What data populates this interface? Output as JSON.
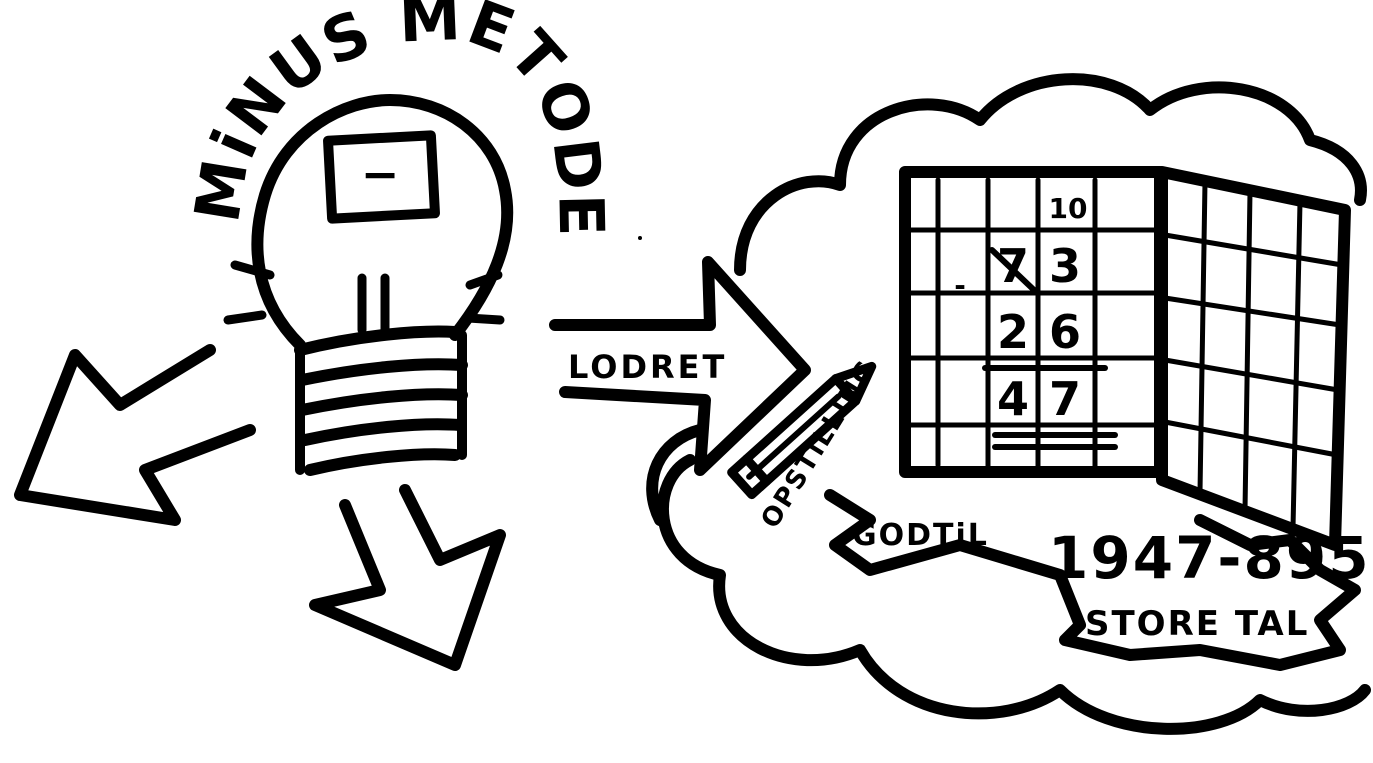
{
  "title": "MiNUS METODER",
  "bulb": {
    "symbol": "−",
    "icon": "lightbulb-icon"
  },
  "arrow": {
    "label": "LODRET"
  },
  "pencil": {
    "label": "OPSTiLLING",
    "icon": "pencil-icon"
  },
  "grid": {
    "borrow": "10",
    "minus_sign": "-",
    "row1": [
      "7",
      "3"
    ],
    "row2": [
      "2",
      "6"
    ],
    "result": [
      "4",
      "7"
    ]
  },
  "banner": {
    "good_for": "GODTiL",
    "example": "1947-895",
    "caption": "STORE TAL"
  },
  "colors": {
    "ink": "#000000",
    "paper": "#ffffff"
  }
}
